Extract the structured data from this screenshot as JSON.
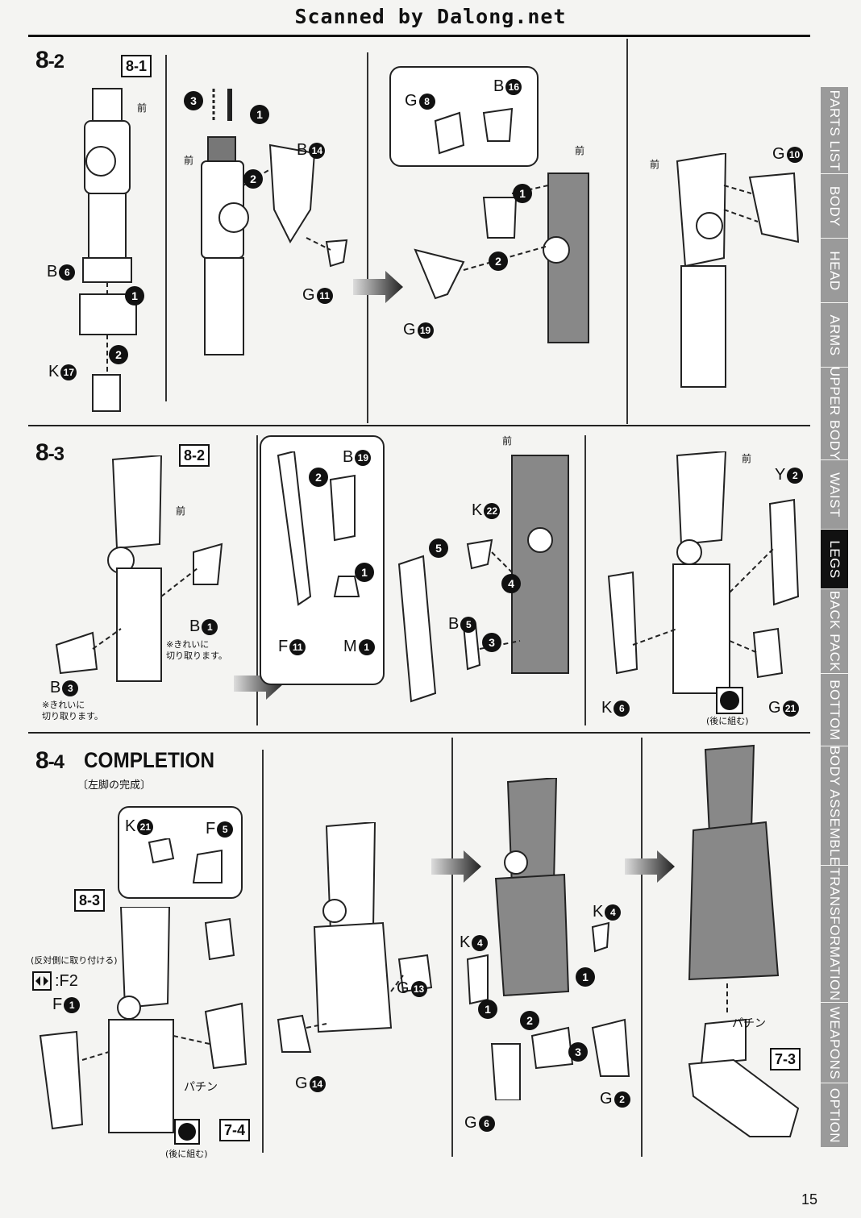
{
  "header": {
    "scan_credit": "Scanned by Dalong.net"
  },
  "sections": {
    "s82": {
      "step": "8",
      "sub": "-2",
      "ref": "8-1",
      "front": "前",
      "labels": {
        "b6": {
          "letter": "B",
          "num": "6"
        },
        "k17": {
          "letter": "K",
          "num": "17"
        },
        "b14": {
          "letter": "B",
          "num": "14"
        },
        "g11": {
          "letter": "G",
          "num": "11"
        },
        "g8": {
          "letter": "G",
          "num": "8"
        },
        "b16": {
          "letter": "B",
          "num": "16"
        },
        "g19": {
          "letter": "G",
          "num": "19"
        },
        "g10": {
          "letter": "G",
          "num": "10"
        }
      }
    },
    "s83": {
      "step": "8",
      "sub": "-3",
      "ref": "8-2",
      "front": "前",
      "labels": {
        "b1": {
          "letter": "B",
          "num": "1"
        },
        "b3": {
          "letter": "B",
          "num": "3"
        },
        "b19": {
          "letter": "B",
          "num": "19"
        },
        "f11": {
          "letter": "F",
          "num": "11"
        },
        "m1": {
          "letter": "M",
          "num": "1"
        },
        "k22": {
          "letter": "K",
          "num": "22"
        },
        "b5": {
          "letter": "B",
          "num": "5"
        },
        "y2": {
          "letter": "Y",
          "num": "2"
        },
        "k6": {
          "letter": "K",
          "num": "6"
        },
        "g21": {
          "letter": "G",
          "num": "21"
        }
      },
      "note_cut_1": "※きれいに",
      "note_cut_2": "切り取ります。",
      "later_assemble": "(後に組む)"
    },
    "s84": {
      "step": "8",
      "sub": "-4",
      "ref": "8-3",
      "ref2": "7-4",
      "ref3": "7-3",
      "title": "COMPLETION",
      "subtitle": "〔左脚の完成〕",
      "opposite_side": "(反対側に取り付ける)",
      "opposite_part": ":F2",
      "later_assemble": "(後に組む)",
      "click_sfx": "パチン",
      "labels": {
        "k21": {
          "letter": "K",
          "num": "21"
        },
        "f5": {
          "letter": "F",
          "num": "5"
        },
        "f1": {
          "letter": "F",
          "num": "1"
        },
        "g13": {
          "letter": "G",
          "num": "13"
        },
        "g14": {
          "letter": "G",
          "num": "14"
        },
        "k4a": {
          "letter": "K",
          "num": "4"
        },
        "k4b": {
          "letter": "K",
          "num": "4"
        },
        "g6": {
          "letter": "G",
          "num": "6"
        },
        "g2": {
          "letter": "G",
          "num": "2"
        }
      }
    }
  },
  "side_tabs": [
    {
      "label": "PARTS LIST",
      "active": false
    },
    {
      "label": "BODY",
      "active": false
    },
    {
      "label": "HEAD",
      "active": false
    },
    {
      "label": "ARMS",
      "active": false
    },
    {
      "label": "UPPER BODY",
      "active": false
    },
    {
      "label": "WAIST",
      "active": false
    },
    {
      "label": "LEGS",
      "active": true
    },
    {
      "label": "BACK PACK",
      "active": false
    },
    {
      "label": "BOTTOM",
      "active": false
    },
    {
      "label": "BODY ASSEMBLE",
      "active": false
    },
    {
      "label": "TRANSFORMATION",
      "active": false
    },
    {
      "label": "WEAPONS",
      "active": false
    },
    {
      "label": "OPTION",
      "active": false
    }
  ],
  "page_number": "15",
  "colors": {
    "tab_active": "#111111",
    "tab_inactive": "#9a9a9a",
    "ink": "#111111"
  }
}
